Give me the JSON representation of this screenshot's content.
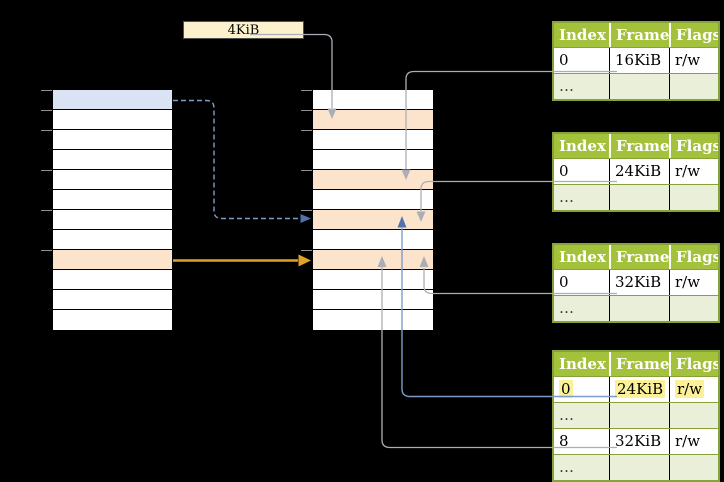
{
  "colors": {
    "background": "#000000",
    "header_green": "#a4c13c",
    "border_green": "#87a238",
    "row_light_green": "#e9efd8",
    "row_white": "#ffffff",
    "frame_orange": "#fce4cc",
    "page_blue": "#d9e3f4",
    "label_cream": "#fdf0cd",
    "highlight_yellow": "#fbf199",
    "arrow_gray": "#abaeb5",
    "arrow_blue": "#7d9cc9",
    "arrow_blue_dark": "#5272ae",
    "arrow_gold": "#e0a226",
    "tick_gray": "#8f8f8f",
    "cell_border": "#000000",
    "text_dark": "#1a1a1a",
    "header_text": "#ffffff"
  },
  "frame_size_label": {
    "text": "4KiB"
  },
  "virtual_memory": {
    "row_count": 12,
    "blue_page_row": 0,
    "orange_page_row": 8
  },
  "physical_memory": {
    "row_count": 12,
    "orange_frame_rows": [
      1,
      4,
      6,
      8
    ]
  },
  "page_tables": [
    {
      "name": "page-table-frame-16kib",
      "headers": [
        "Index",
        "Frame",
        "Flags"
      ],
      "rows": [
        [
          "0",
          "16KiB",
          "r/w"
        ],
        [
          "…",
          "",
          ""
        ]
      ]
    },
    {
      "name": "page-table-frame-24kib",
      "headers": [
        "Index",
        "Frame",
        "Flags"
      ],
      "rows": [
        [
          "0",
          "24KiB",
          "r/w"
        ],
        [
          "…",
          "",
          ""
        ]
      ]
    },
    {
      "name": "page-table-frame-32kib",
      "headers": [
        "Index",
        "Frame",
        "Flags"
      ],
      "rows": [
        [
          "0",
          "32KiB",
          "r/w"
        ],
        [
          "…",
          "",
          ""
        ]
      ]
    },
    {
      "name": "level-2-page-table",
      "headers": [
        "Index",
        "Frame",
        "Flags"
      ],
      "highlighted_row": 0,
      "rows": [
        [
          "0",
          "24KiB",
          "r/w"
        ],
        [
          "…",
          "",
          ""
        ],
        [
          "8",
          "32KiB",
          "r/w"
        ],
        [
          "…",
          "",
          ""
        ]
      ]
    }
  ]
}
